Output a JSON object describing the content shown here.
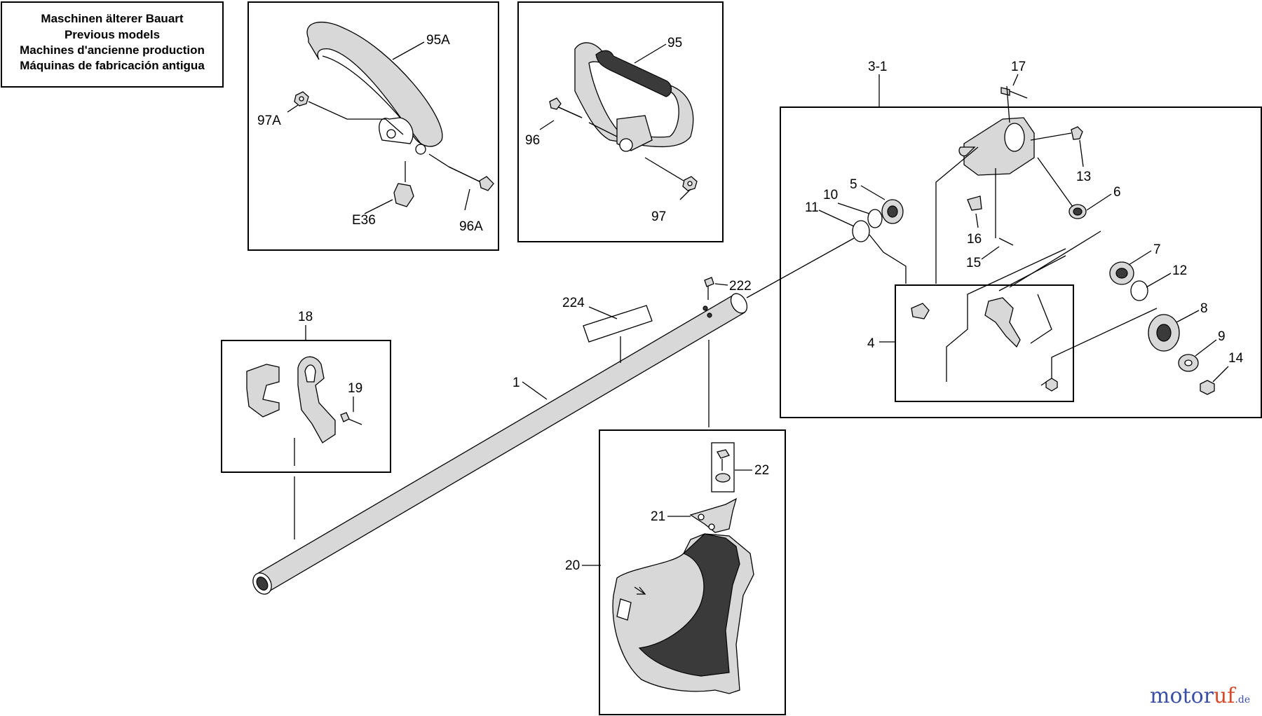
{
  "legend": {
    "lines": [
      "Maschinen älterer Bauart",
      "Previous models",
      "Machines d'ancienne production",
      "Máquinas de fabricación antigua"
    ]
  },
  "labels": {
    "p95A": "95A",
    "p97A": "97A",
    "pE36": "E36",
    "p96A": "96A",
    "p95": "95",
    "p96": "96",
    "p97": "97",
    "p3_1": "3-1",
    "p17": "17",
    "p13": "13",
    "p6": "6",
    "p5": "5",
    "p10": "10",
    "p11": "11",
    "p16": "16",
    "p15": "15",
    "p7": "7",
    "p12": "12",
    "p8": "8",
    "p9": "9",
    "p14": "14",
    "p4": "4",
    "p222": "222",
    "p224": "224",
    "p1": "1",
    "p18": "18",
    "p19": "19",
    "p22": "22",
    "p21": "21",
    "p20": "20"
  },
  "watermark": {
    "part1": "motor",
    "part2": "uf",
    "suffix": ".de"
  },
  "colors": {
    "brand_blue": "#3b4fa6",
    "brand_red": "#d64a2a"
  }
}
